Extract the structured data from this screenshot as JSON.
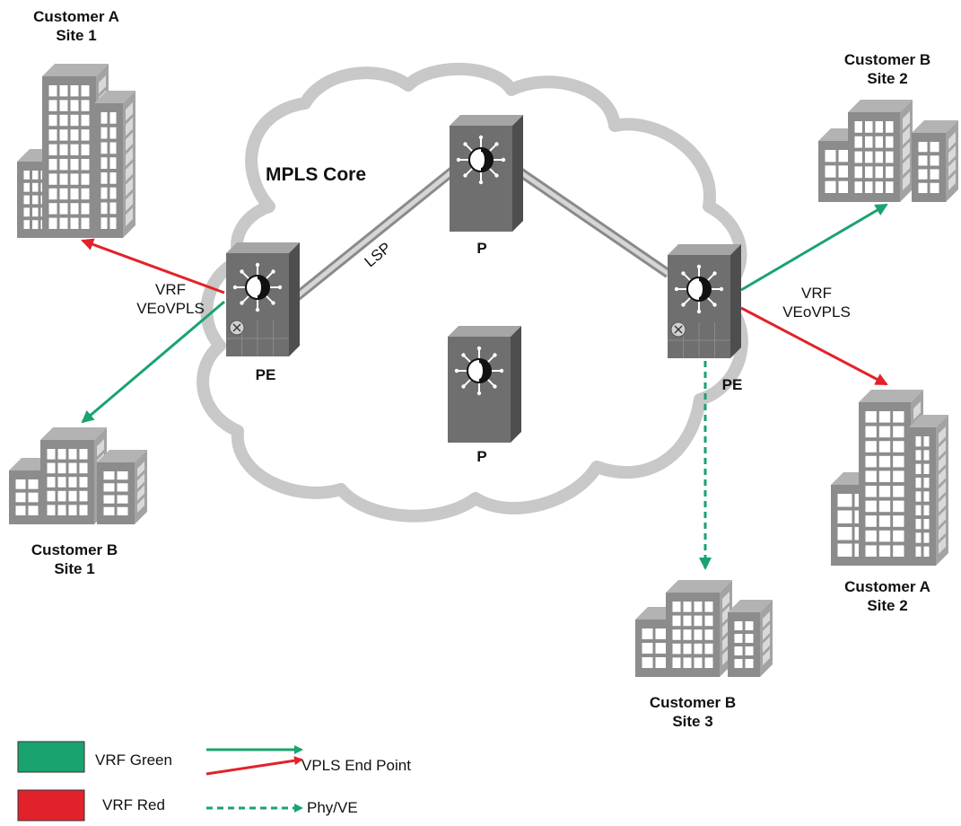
{
  "cloud_label": "MPLS Core",
  "lsp_label": "LSP",
  "routers": {
    "pe_left": "PE",
    "pe_right": "PE",
    "p_top": "P",
    "p_bottom": "P"
  },
  "vrf_left": {
    "line1": "VRF",
    "line2": "VEoVPLS"
  },
  "vrf_right": {
    "line1": "VRF",
    "line2": "VEoVPLS"
  },
  "sites": {
    "cust_a_site1": {
      "name": "Customer A",
      "site": "Site 1"
    },
    "cust_b_site1": {
      "name": "Customer B",
      "site": "Site 1"
    },
    "cust_b_site2": {
      "name": "Customer B",
      "site": "Site 2"
    },
    "cust_a_site2": {
      "name": "Customer A",
      "site": "Site 2"
    },
    "cust_b_site3": {
      "name": "Customer B",
      "site": "Site 3"
    }
  },
  "legend": {
    "vrf_green": "VRF Green",
    "vrf_red": "VRF Red",
    "vpls_end_point": "VPLS End Point",
    "phy_ve": "Phy/VE"
  },
  "colors": {
    "green": "#1aa36e",
    "red": "#e2222a",
    "cloud": "#c8c8c8",
    "building": "#8c8c8c",
    "router": "#6f6f6f"
  }
}
